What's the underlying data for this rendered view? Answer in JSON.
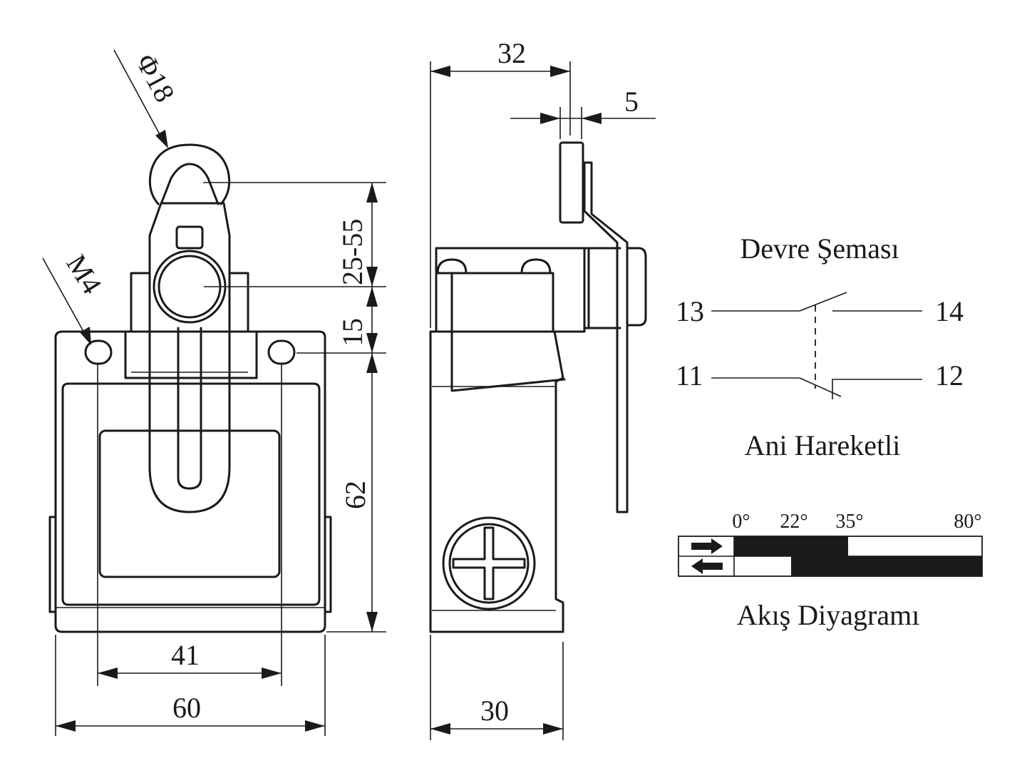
{
  "dimensions": {
    "roller_diameter": "Φ18",
    "mount_thread": "M4",
    "lever_range": "25-55",
    "dim_15": "15",
    "body_height": "62",
    "hole_spacing": "41",
    "body_width": "60",
    "side_width_top": "32",
    "roller_width": "5",
    "side_depth": "30"
  },
  "circuit": {
    "title": "Devre Şeması",
    "terminal_13": "13",
    "terminal_14": "14",
    "terminal_11": "11",
    "terminal_12": "12",
    "action_type": "Ani Hareketli"
  },
  "flow_diagram": {
    "title": "Akış Diyagramı",
    "angles": [
      "0°",
      "22°",
      "35°",
      "80°"
    ],
    "forward_closed_range": [
      0,
      35
    ],
    "return_closed_range": [
      22,
      80
    ]
  }
}
